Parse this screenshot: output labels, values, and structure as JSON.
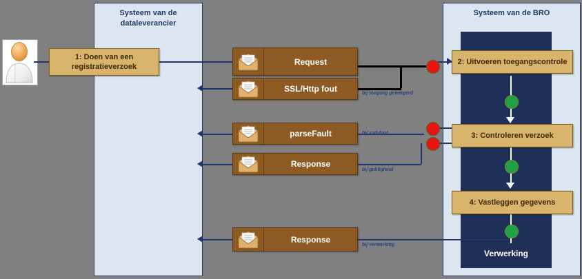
{
  "diagram": {
    "title_supplier_lane": "Systeem van de\ndataleverancier",
    "title_bro_lane": "Systeem van de BRO",
    "processing_label": "Verwerking"
  },
  "actor": {
    "name": "user-actor"
  },
  "tasks": [
    {
      "id": "task-1",
      "label": "1: Doen van een\nregistratieverzoek"
    },
    {
      "id": "task-2",
      "label": "2: Uitvoeren toegangscontrole"
    },
    {
      "id": "task-3",
      "label": "3:  Controleren verzoek"
    },
    {
      "id": "task-4",
      "label": "4: Vastleggen gegevens"
    }
  ],
  "messages": [
    {
      "id": "msg-request-top",
      "label": "Request",
      "icon": "envelope-icon"
    },
    {
      "id": "msg-ssl-http-fout",
      "label": "SSL/Http fout",
      "icon": "envelope-icon"
    },
    {
      "id": "msg-parsefault",
      "label": "parseFault",
      "icon": "envelope-icon"
    },
    {
      "id": "msg-response-mid",
      "label": "Response",
      "icon": "envelope-icon"
    },
    {
      "id": "msg-response-bottom",
      "label": "Response",
      "icon": "envelope-icon"
    }
  ],
  "notes": [
    {
      "id": "note-toegang",
      "text": "bij toegang geweigerd"
    },
    {
      "id": "note-xsd",
      "text": "bij xsd-fout"
    },
    {
      "id": "note-geldigheid",
      "text": "bij geldigheid"
    },
    {
      "id": "note-verwerking",
      "text": "bij verwerking"
    }
  ],
  "colors": {
    "background": "#808080",
    "lane_fill": "#dce6f1",
    "lane_border": "#1f3864",
    "task_fill": "#d8b36b",
    "message_fill": "#8c5a22",
    "processing_fill": "#1f3058",
    "error_dot": "#e81414",
    "gateway_dot": "#21a045",
    "connector": "#22356b"
  }
}
